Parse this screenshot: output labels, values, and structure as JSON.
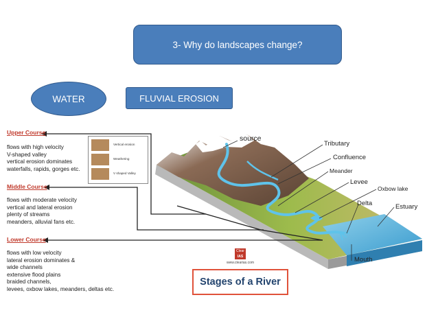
{
  "slide": {
    "title": "3- Why do landscapes change?",
    "water_label": "WATER",
    "fluvial_label": "FLUVIAL EROSION"
  },
  "courses": [
    {
      "heading": "Upper Course",
      "lines": [
        "flows with high velocity",
        "V-shaped valley",
        "vertical erosion dominates",
        "waterfalls, rapids, gorges etc."
      ]
    },
    {
      "heading": "Middle Course",
      "lines": [
        "flows with moderate velocity",
        "vertical and lateral erosion",
        "plenty of streams",
        "meanders, alluvial fans etc."
      ]
    },
    {
      "heading": "Lower Course",
      "lines": [
        "flows with low velocity",
        "lateral erosion dominates &",
        "wide channels",
        "extensive flood plains",
        "braided channels,",
        "levees, oxbow lakes, meanders, deltas etc."
      ]
    }
  ],
  "thumbnails": [
    "Vertical erosion",
    "Weathering",
    "V shaped Valley"
  ],
  "river_labels": {
    "source": "source",
    "tributary": "Tributary",
    "confluence": "Confluence",
    "meander": "Meander",
    "levee": "Levee",
    "oxbow": "Oxbow lake",
    "delta": "Delta",
    "estuary": "Estuary",
    "mouth": "Mouth"
  },
  "logo": {
    "line1": "Clear",
    "line2": "IAS",
    "url": "www.clearias.com"
  },
  "caption": "Stages of a River",
  "colors": {
    "accent": "#4a7ebb",
    "heading": "#c0392b",
    "caption": "#23446e",
    "caption_border": "#e0523a"
  }
}
